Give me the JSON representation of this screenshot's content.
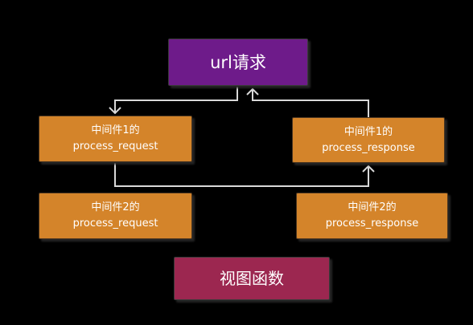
{
  "nodes": {
    "url_request": "url请求",
    "mw1_request": [
      "中间件1的",
      "process_request"
    ],
    "mw1_response": [
      "中间件1的",
      "process_response"
    ],
    "mw2_request": [
      "中间件2的",
      "process_request"
    ],
    "mw2_response": [
      "中间件2的",
      "process_response"
    ],
    "view_function": "视图函数"
  },
  "colors": {
    "background": "#000000",
    "url_box": "#6e1b8a",
    "middleware_box": "#d4842a",
    "view_box": "#9c2750",
    "arrow": "#d9d9d9"
  }
}
